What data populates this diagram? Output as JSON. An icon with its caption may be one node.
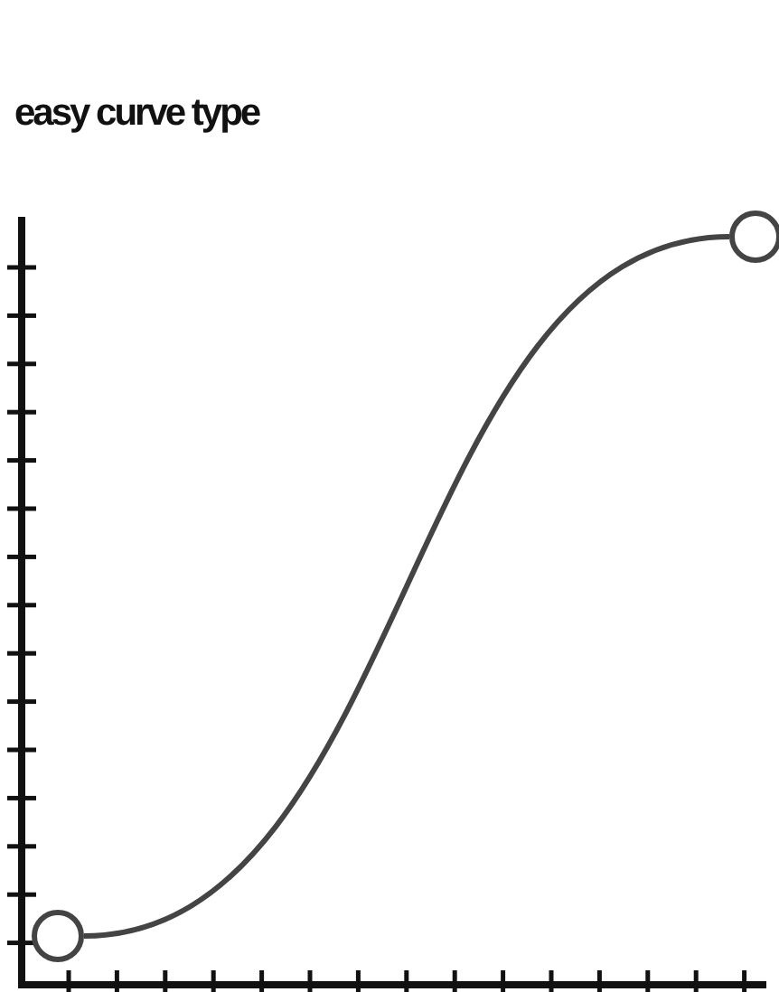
{
  "diagram": {
    "title": "easy curve type",
    "nodes": [
      {
        "text": [],
        "shape": "circle"
      },
      {
        "text": [],
        "shape": "circle"
      }
    ],
    "edges": [
      {
        "from": 0,
        "to": 1,
        "arrow": "none"
      }
    ]
  }
}
